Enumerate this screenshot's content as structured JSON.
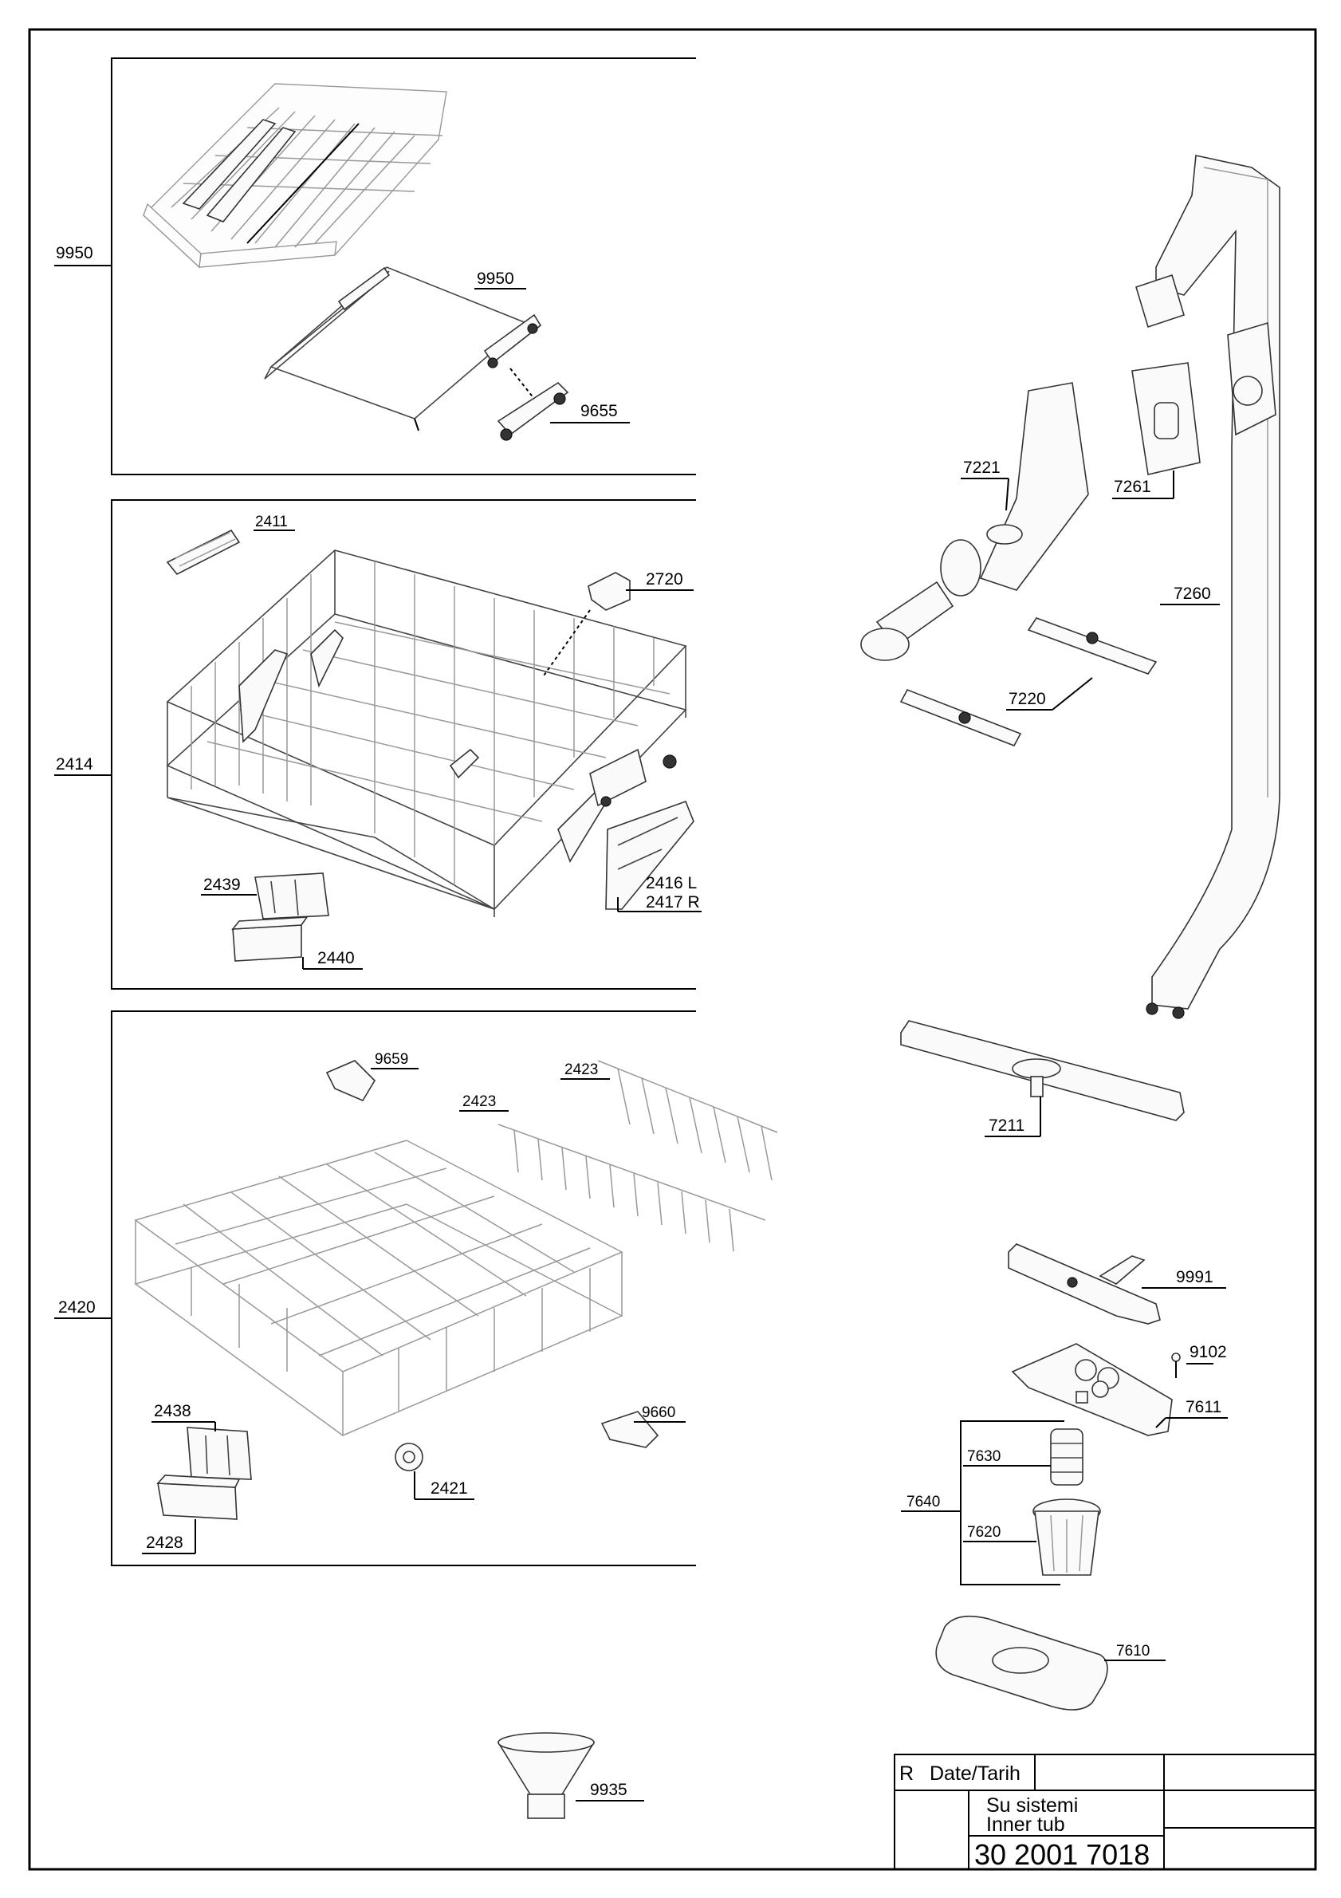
{
  "labels": {
    "p9950_outer": "9950",
    "p9950_inner": "9950",
    "p9655": "9655",
    "p2411": "2411",
    "p2720": "2720",
    "p2414": "2414",
    "p2439": "2439",
    "p2440": "2440",
    "p2416": "2416 L",
    "p2417": "2417 R",
    "p9659": "9659",
    "p2423a": "2423",
    "p2423b": "2423",
    "p2420": "2420",
    "p2438": "2438",
    "p2428": "2428",
    "p2421": "2421",
    "p9660": "9660",
    "p9935": "9935",
    "p7221": "7221",
    "p7261": "7261",
    "p7260": "7260",
    "p7220": "7220",
    "p7211": "7211",
    "p9991": "9991",
    "p9102": "9102",
    "p7611": "7611",
    "p7630": "7630",
    "p7640": "7640",
    "p7620": "7620",
    "p7610": "7610"
  },
  "title_block": {
    "rev_label": "R",
    "date_label": "Date/Tarih",
    "title_tr": "Su sistemi",
    "title_en": "Inner tub",
    "drawing_number": "30 2001 7018"
  }
}
